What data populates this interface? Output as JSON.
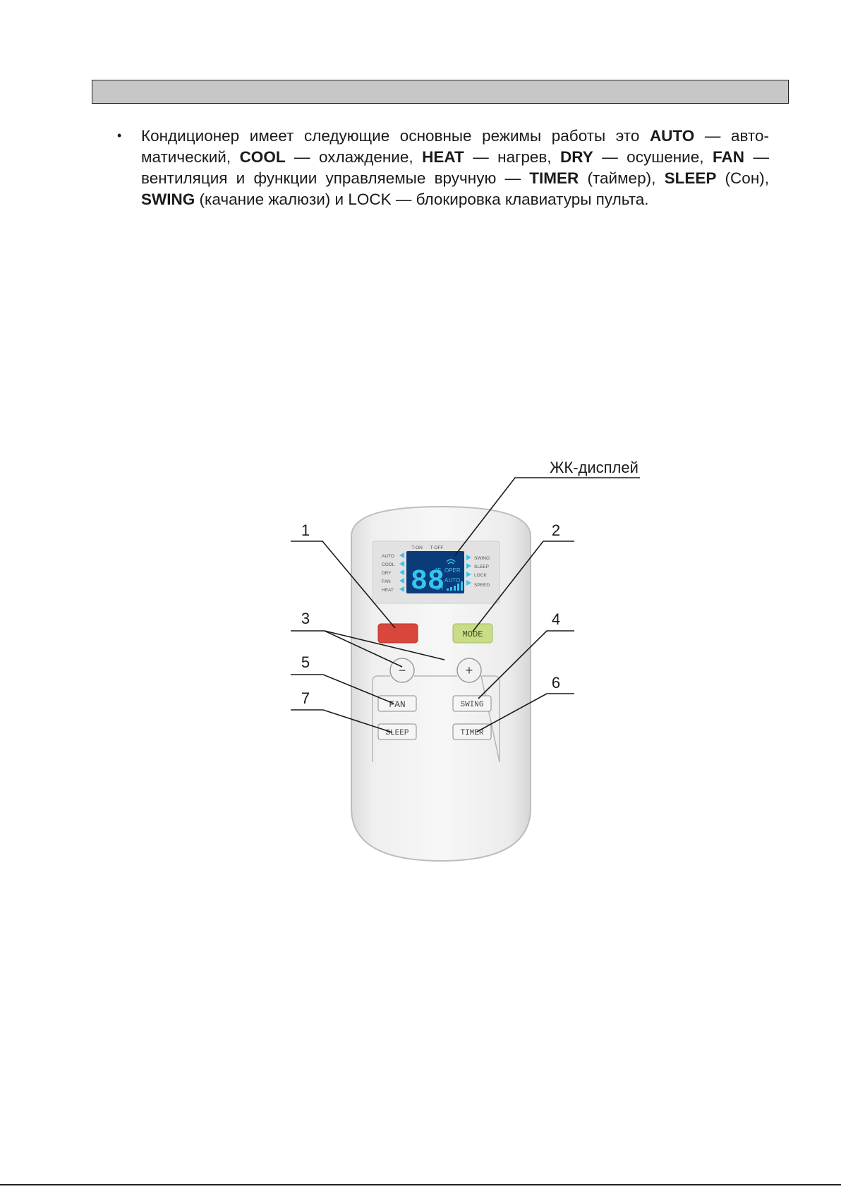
{
  "header": {
    "title": ""
  },
  "paragraph": {
    "p1": "Кондиционер имеет следующие основные режимы работы это ",
    "auto": "AUTO",
    "p2": " — авто-матический, ",
    "cool": "COOL",
    "p3": " — охлаждение, ",
    "heat": "HEAT",
    "p4": " — нагрев, ",
    "dry": "DRY",
    "p5": " — осушение, ",
    "fan": "FAN",
    "p6": " — вентиляция и функции управляемые вручную — ",
    "timer": "TIMER",
    "p7": " (таймер), ",
    "sleep": "SLEEP",
    "p8": " (Сон), ",
    "swing": "SWING",
    "p9": " (качание жалюзи) и LOCK — блокировка клавиатуры пульта."
  },
  "diagram": {
    "lcd_callout": "ЖК-дисплей",
    "callouts": [
      "1",
      "2",
      "3",
      "4",
      "5",
      "6",
      "7"
    ],
    "lcd": {
      "top_labels": [
        "T-ON",
        "T-OFF"
      ],
      "left_modes": [
        "AUTO",
        "COOL",
        "DRY",
        "FAN",
        "HEAT"
      ],
      "right_modes": [
        "SWING",
        "SLEEP",
        "LOCK",
        "SPEED"
      ],
      "digits": "88",
      "unit_f": "°F",
      "unit_c": "°C",
      "unit_h": "SH",
      "oper": "OPER",
      "fan_auto": "AUTO"
    },
    "buttons": {
      "mode": "MODE",
      "minus": "−",
      "plus": "+",
      "fan": "FAN",
      "swing": "SWING",
      "sleep": "SLEEP",
      "timer": "TIMER"
    },
    "colors": {
      "power_button": "#d9463b",
      "mode_button": "#c9dc86",
      "lcd_background": "#0b3c7a",
      "lcd_segments": "#36c5f0"
    }
  }
}
